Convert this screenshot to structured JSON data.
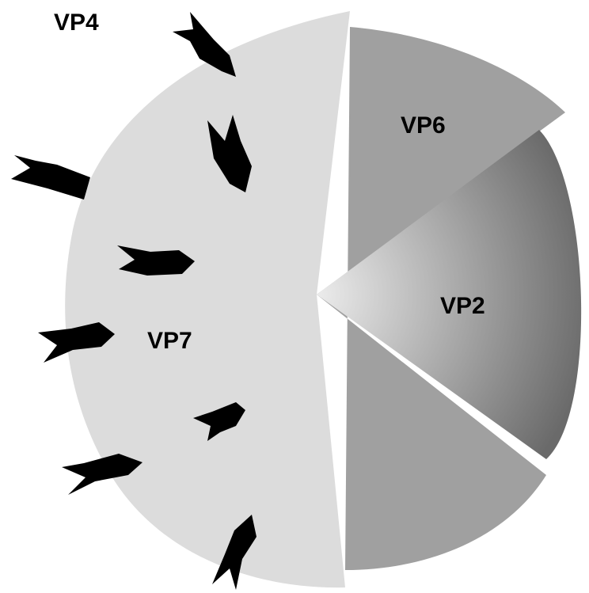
{
  "diagram": {
    "labels": {
      "vp4": "VP4",
      "vp6": "VP6",
      "vp2": "VP2",
      "vp7": "VP7"
    },
    "colors": {
      "outer_layer": "#dcdcdc",
      "middle_layer": "#a0a0a0",
      "core_light": "#ececec",
      "core_dark": "#6a6a6a",
      "spikes": "#000000",
      "background": "#ffffff"
    }
  }
}
